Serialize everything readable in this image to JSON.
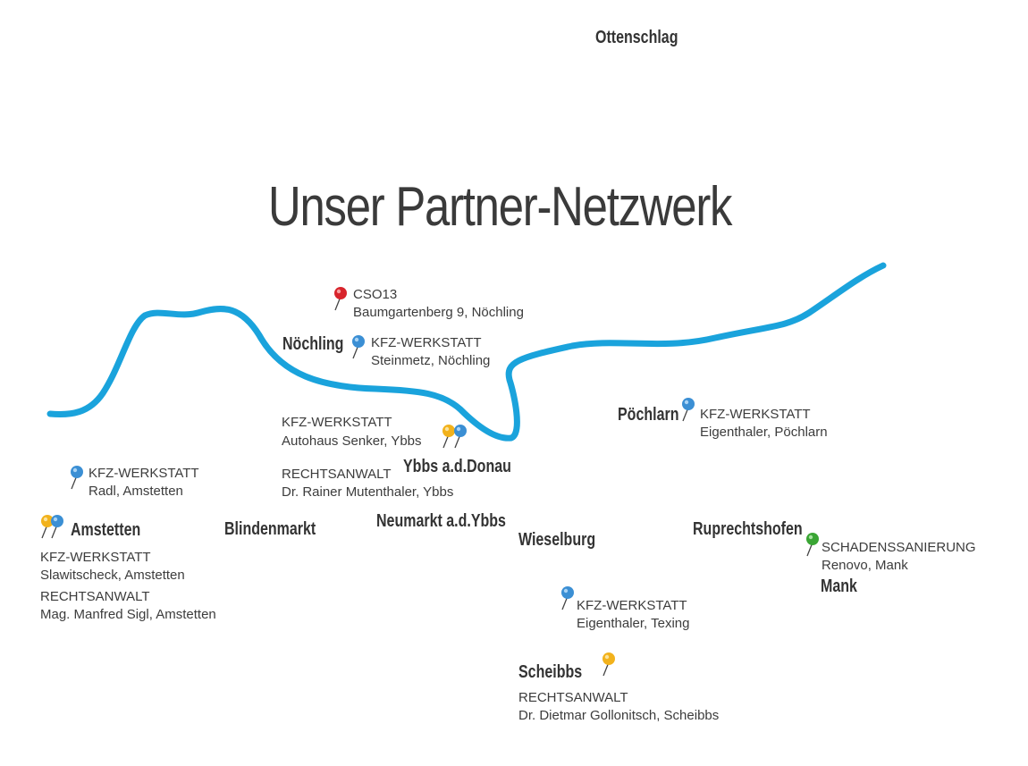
{
  "title": "Unser Partner-Netzwerk",
  "colors": {
    "river": "#1aa3dc",
    "pin_red": "#d8242c",
    "pin_blue": "#3b8fd4",
    "pin_yellow": "#f2b21c",
    "pin_green": "#3aa534"
  },
  "towns": {
    "ottenschlag": "Ottenschlag",
    "noechling": "Nöchling",
    "poechlarn": "Pöchlarn",
    "ybbs": "Ybbs a.d.Donau",
    "amstetten": "Amstetten",
    "blindenmarkt": "Blindenmarkt",
    "neumarkt": "Neumarkt a.d.Ybbs",
    "wieselburg": "Wieselburg",
    "ruprechtshofen": "Ruprechtshofen",
    "mank": "Mank",
    "scheibbs": "Scheibbs"
  },
  "partners": {
    "cso13": {
      "category": "CSO13",
      "name": "Baumgartenberg 9, Nöchling",
      "icon": "red-pin-icon"
    },
    "steinmetz": {
      "category": "KFZ-WERKSTATT",
      "name": "Steinmetz, Nöchling",
      "icon": "blue-pin-icon"
    },
    "senker": {
      "category": "KFZ-WERKSTATT",
      "name": "Autohaus Senker, Ybbs",
      "icon": "blue-pin-icon"
    },
    "mutenthaler": {
      "category": "RECHTSANWALT",
      "name": "Dr. Rainer Mutenthaler, Ybbs",
      "icon": "yellow-pin-icon"
    },
    "eigenthaler_poechlarn": {
      "category": "KFZ-WERKSTATT",
      "name": "Eigenthaler, Pöchlarn",
      "icon": "blue-pin-icon"
    },
    "radl": {
      "category": "KFZ-WERKSTATT",
      "name": "Radl, Amstetten",
      "icon": "blue-pin-icon"
    },
    "slawitscheck": {
      "category": "KFZ-WERKSTATT",
      "name": "Slawitscheck, Amstetten",
      "icon": "blue-pin-icon"
    },
    "sigl": {
      "category": "RECHTSANWALT",
      "name": "Mag. Manfred Sigl, Amstetten",
      "icon": "yellow-pin-icon"
    },
    "renovo": {
      "category": "SCHADENSSANIERUNG",
      "name": "Renovo, Mank",
      "icon": "green-pin-icon"
    },
    "eigenthaler_texing": {
      "category": "KFZ-WERKSTATT",
      "name": "Eigenthaler, Texing",
      "icon": "blue-pin-icon"
    },
    "gollonitsch": {
      "category": "RECHTSANWALT",
      "name": "Dr. Dietmar Gollonitsch, Scheibbs",
      "icon": "yellow-pin-icon"
    }
  }
}
